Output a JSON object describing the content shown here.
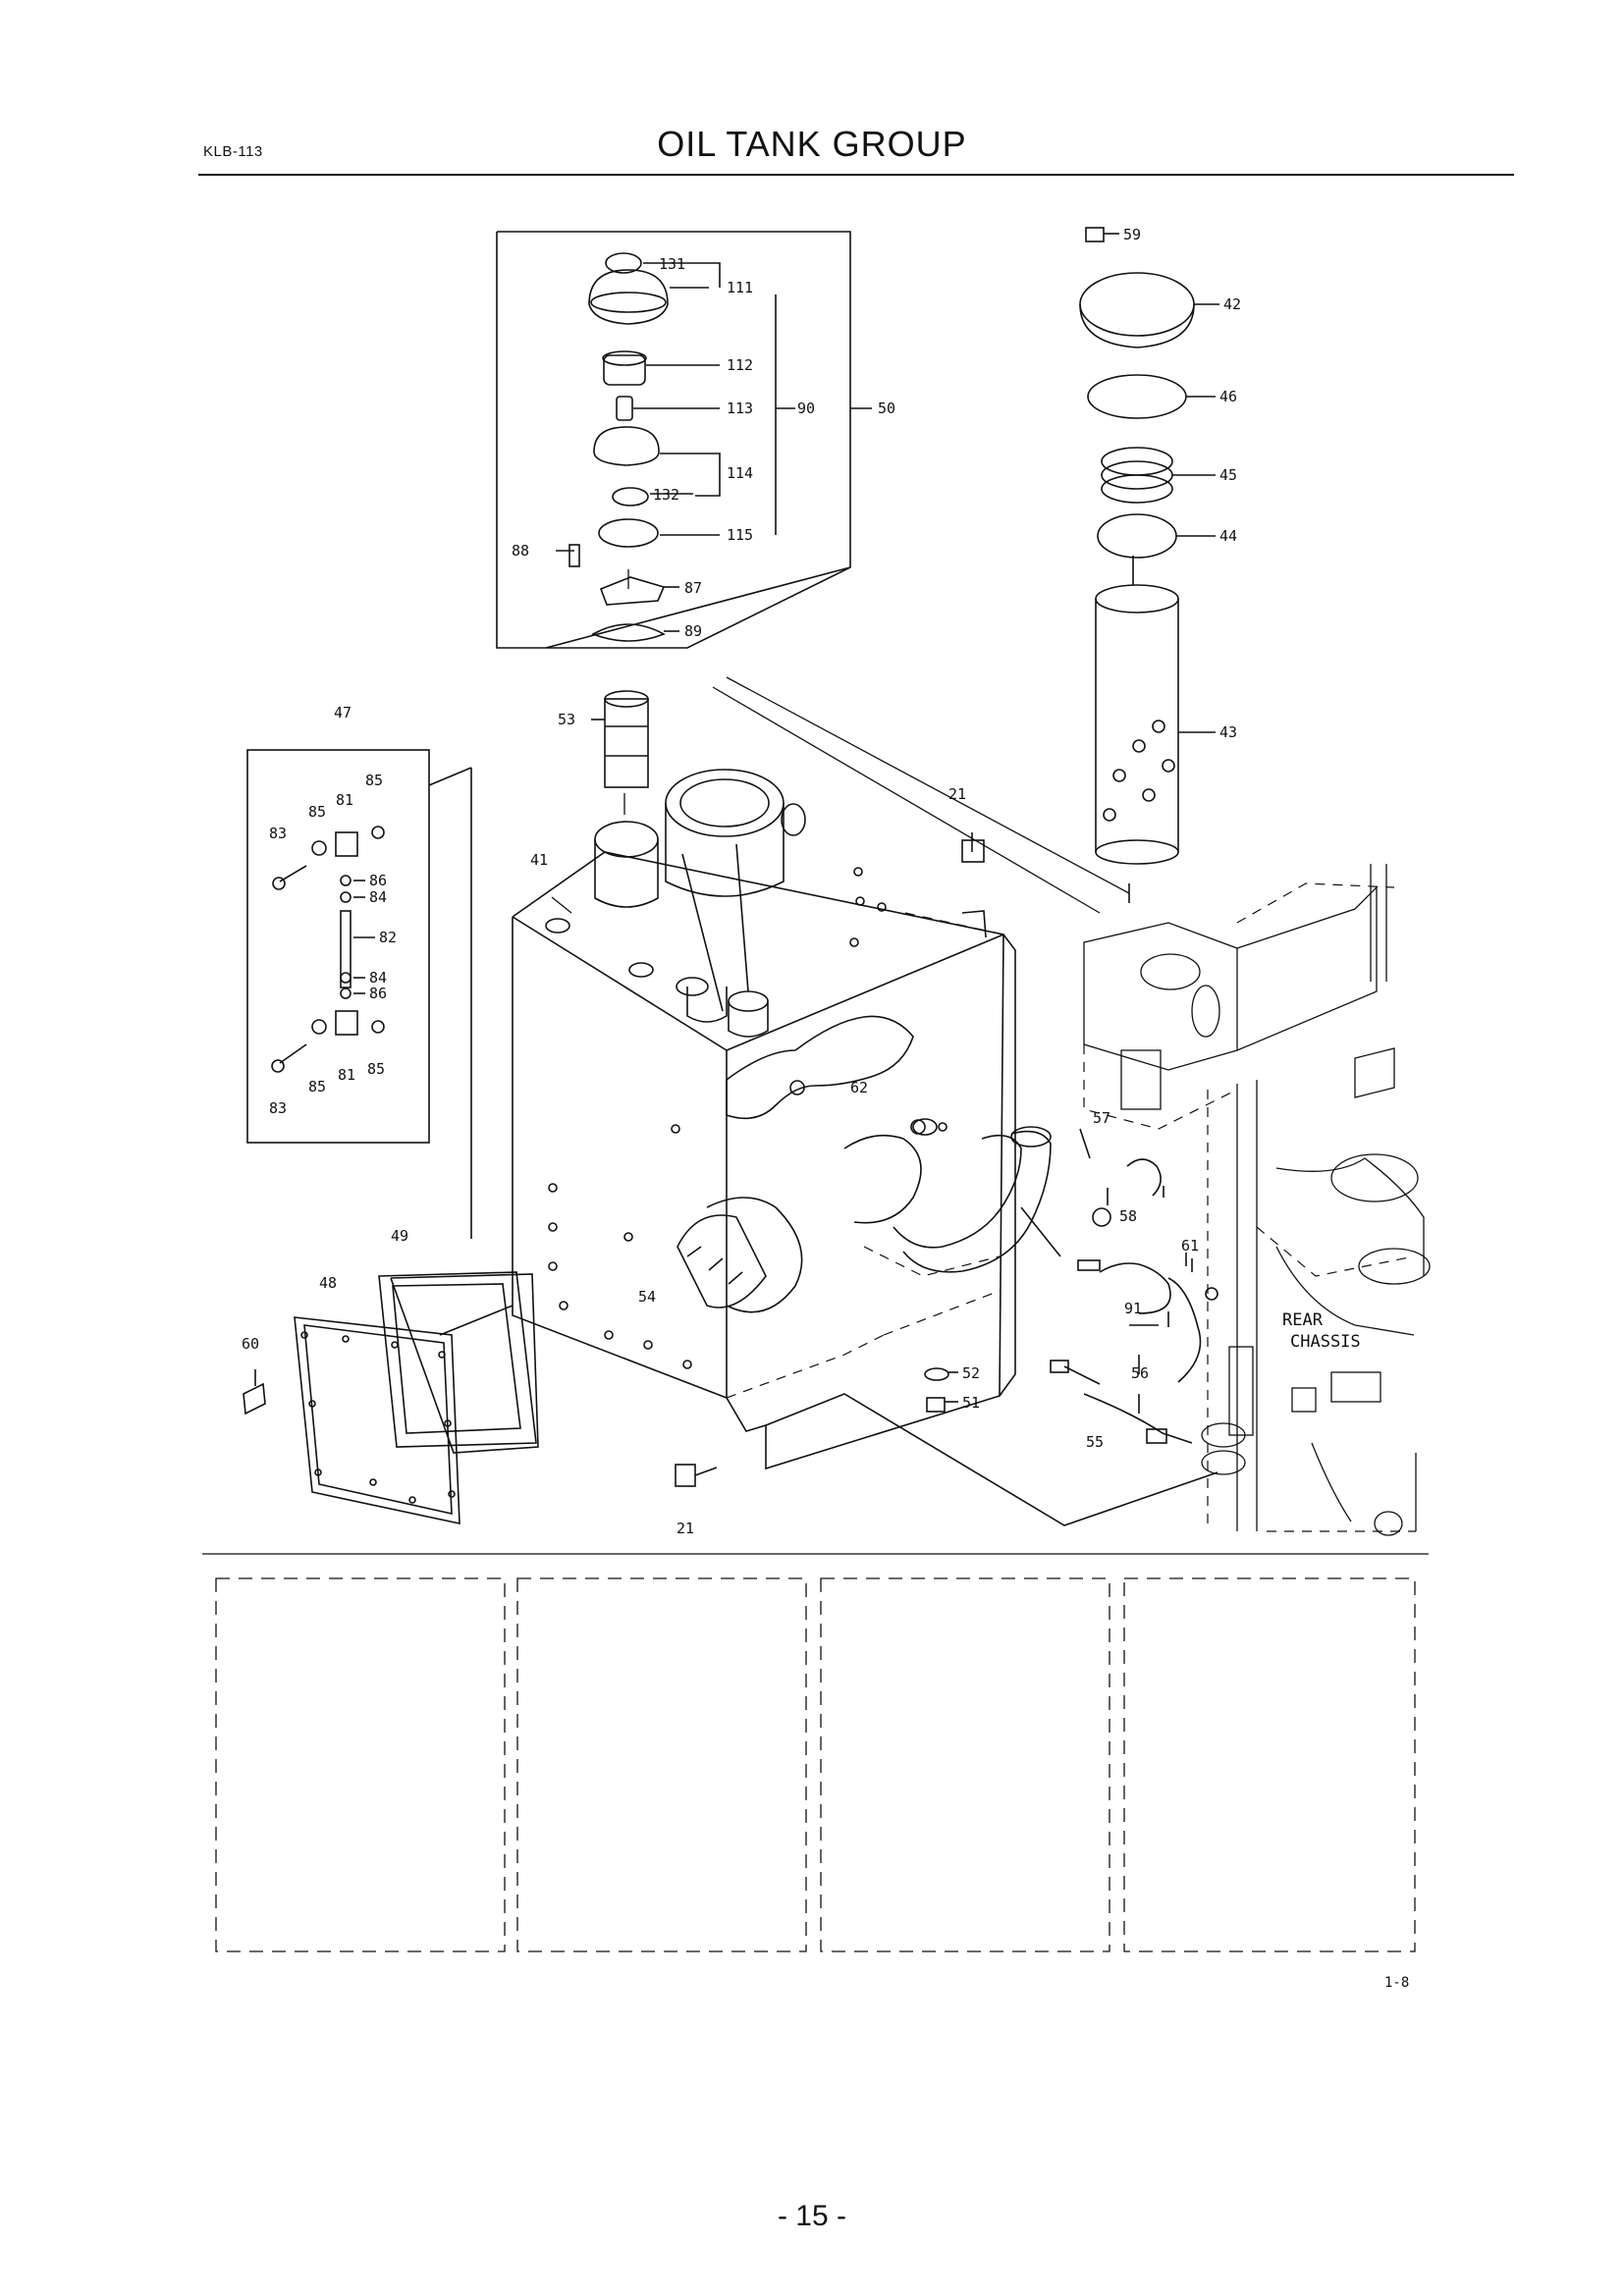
{
  "header": {
    "doc_code": "KLB-113",
    "title": "OIL TANK GROUP"
  },
  "callouts": {
    "c131": "131",
    "c111": "111",
    "c112": "112",
    "c113": "113",
    "c90": "90",
    "c50": "50",
    "c114": "114",
    "c132": "132",
    "c115": "115",
    "c88": "88",
    "c87": "87",
    "c89": "89",
    "c53": "53",
    "c47": "47",
    "c85a": "85",
    "c81a": "81",
    "c85b": "85",
    "c83a": "83",
    "c86a": "86",
    "c84a": "84",
    "c82": "82",
    "c84b": "84",
    "c86b": "86",
    "c85c": "85",
    "c81b": "81",
    "c85d": "85",
    "c83b": "83",
    "c41": "41",
    "c21a": "21",
    "c59": "59",
    "c42": "42",
    "c46": "46",
    "c45": "45",
    "c44": "44",
    "c43": "43",
    "c62": "62",
    "c57": "57",
    "c58": "58",
    "c61": "61",
    "c91": "91",
    "c56": "56",
    "c49": "49",
    "c48": "48",
    "c60": "60",
    "c54": "54",
    "c52": "52",
    "c51": "51",
    "c55": "55",
    "c21b": "21"
  },
  "rear_label": {
    "line1": "REAR",
    "line2": "CHASSIS"
  },
  "footer": {
    "sheet_ref": "1-8",
    "page_number": "- 15 -"
  }
}
